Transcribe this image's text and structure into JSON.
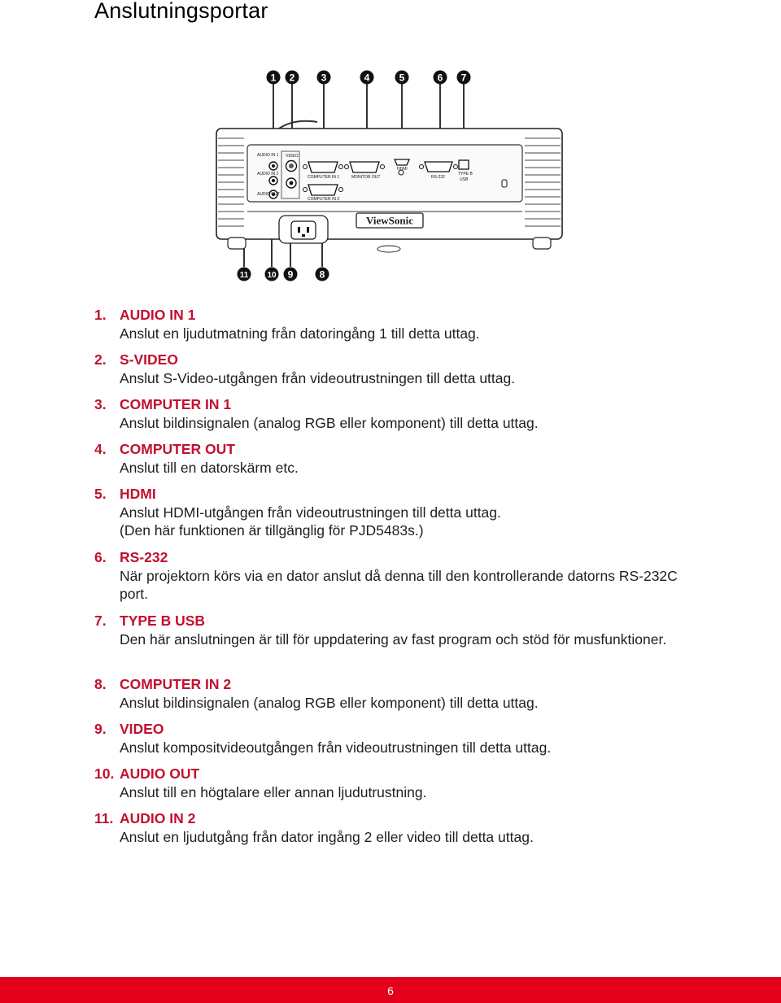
{
  "page": {
    "title": "Anslutningsportar",
    "page_number": "6"
  },
  "figure": {
    "logo": "ViewSonic",
    "callouts_top": [
      "1",
      "2",
      "3",
      "4",
      "5",
      "6",
      "7"
    ],
    "callouts_bottom": [
      "11",
      "10",
      "9",
      "8"
    ],
    "port_labels": {
      "audio_in1": "AUDIO IN 1",
      "audio_in2": "AUDIO IN 2",
      "audio_out": "AUDIO OUT",
      "video": "VIDEO",
      "computer_in1": "COMPUTER IN 1",
      "monitor_out": "MONITOR OUT",
      "hdmi": "HDMI",
      "rs232": "RS-232",
      "type_b": "TYPE B",
      "usb": "USB",
      "computer_in2": "COMPUTER IN 2"
    }
  },
  "items": [
    {
      "num": "1.",
      "title": "AUDIO IN 1",
      "desc": [
        "Anslut en ljudutmatning från datoringång 1 till detta uttag."
      ]
    },
    {
      "num": "2.",
      "title": "S-VIDEO",
      "desc": [
        "Anslut S-Video-utgången från videoutrustningen till detta uttag."
      ]
    },
    {
      "num": "3.",
      "title": "COMPUTER IN 1",
      "desc": [
        "Anslut bildinsignalen (analog RGB eller komponent) till detta uttag."
      ]
    },
    {
      "num": "4.",
      "title": "COMPUTER OUT",
      "desc": [
        "Anslut till en datorskärm etc."
      ]
    },
    {
      "num": "5.",
      "title": "HDMI",
      "desc": [
        "Anslut HDMI-utgången från videoutrustningen till detta uttag.",
        "(Den här funktionen är tillgänglig för PJD5483s.)"
      ]
    },
    {
      "num": "6.",
      "title": "RS-232",
      "desc": [
        "När projektorn körs via en dator anslut då denna till den kontrollerande datorns RS-232C port."
      ]
    },
    {
      "num": "7.",
      "title": "TYPE B USB",
      "desc": [
        "Den här anslutningen är till för uppdatering av fast program och stöd för musfunktioner."
      ]
    },
    {
      "num": "8.",
      "title": "COMPUTER IN 2",
      "desc": [
        "Anslut bildinsignalen (analog RGB eller komponent) till detta uttag."
      ]
    },
    {
      "num": "9.",
      "title": "VIDEO",
      "desc": [
        "Anslut kompositvideoutgången från videoutrustningen till detta uttag."
      ]
    },
    {
      "num": "10.",
      "title": "AUDIO OUT",
      "desc": [
        "Anslut till en högtalare eller annan ljudutrustning."
      ]
    },
    {
      "num": "11.",
      "title": "AUDIO IN 2",
      "desc": [
        "Anslut en ljudutgång från dator ingång 2 eller video till detta uttag."
      ]
    }
  ]
}
